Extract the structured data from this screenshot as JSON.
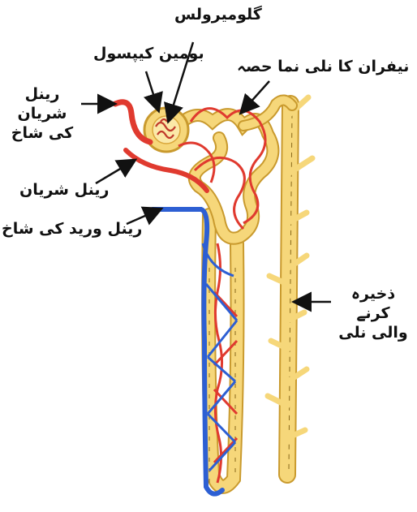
{
  "labels": {
    "glomerulus": "گلومیرولس",
    "bowman_capsule": "بومین کیپسول",
    "nephron_tubule": "نیفران کا نلی نما حصہ",
    "renal_artery_branch_line1": "رینل شریان",
    "renal_artery_branch_line2": "کی شاخ",
    "renal_artery": "رینل شریان",
    "renal_vein_branch": "رینل ورید کی شاخ",
    "collecting_duct_line1": "ذخیرہ کرنے",
    "collecting_duct_line2": "والی نلی"
  },
  "colors": {
    "tubule_yellow": "#f6d77a",
    "tubule_outline": "#c99a2e",
    "artery_red": "#e03a2f",
    "vein_blue": "#2d5fd3",
    "arrow_black": "#111111"
  }
}
